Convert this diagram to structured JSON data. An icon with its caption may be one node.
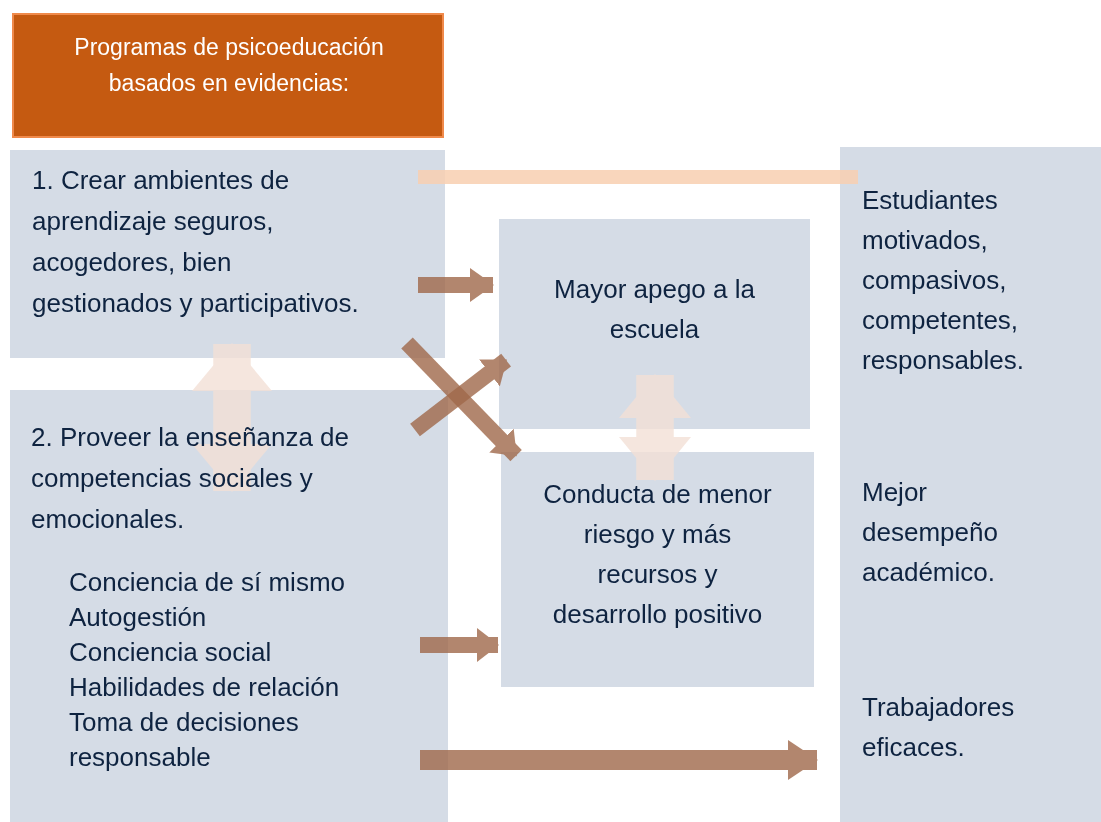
{
  "diagram": {
    "nodes": [
      {
        "text": [
          "Programas de psicoeducación basados en evidencias:"
        ]
      },
      {
        "text": [
          "1. Crear ambientes de aprendizaje seguros, acogedores, bien gestionados y participativos."
        ]
      },
      {
        "text": [
          "2. Proveer la enseñanza de competencias sociales y emocionales.",
          "Conciencia de sí mismo",
          "Autogestión",
          "Conciencia social",
          "Habilidades de relación",
          "Toma de decisiones responsable"
        ]
      },
      {
        "text": [
          "Mayor apego a la escuela"
        ]
      },
      {
        "text": [
          "Conducta de menor riesgo y más recursos y desarrollo positivo"
        ]
      },
      {
        "text": [
          "Estudiantes motivados, compasivos, competentes, responsables.",
          "Mejor desempeño académico.",
          "Trabajadores eficaces."
        ]
      }
    ],
    "edges": [
      {
        "from": 1,
        "to": 3,
        "arrow": "to"
      },
      {
        "from": 1,
        "to": 4,
        "arrow": "to"
      },
      {
        "from": 2,
        "to": 3,
        "arrow": "to"
      },
      {
        "from": 2,
        "to": 4,
        "arrow": "to"
      },
      {
        "from": 2,
        "to": 5,
        "arrow": "to"
      },
      {
        "from": 1,
        "to": 2,
        "arrow": "both",
        "style": "thick",
        "color": "#f3e0d6"
      },
      {
        "from": 3,
        "to": 4,
        "arrow": "both",
        "style": "thick",
        "color": "#f3e0d6"
      },
      {
        "from": 1,
        "to": 5,
        "arrow": "none",
        "color": "#f8cfb0"
      }
    ]
  }
}
